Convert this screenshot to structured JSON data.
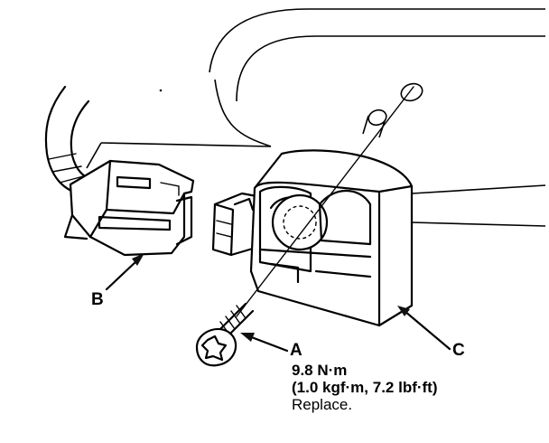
{
  "callouts": {
    "a": "A",
    "b": "B",
    "c": "C"
  },
  "torque_spec": {
    "value": "9.8 N·m",
    "alt_units": "(1.0 kgf·m, 7.2 lbf·ft)",
    "note": "Replace."
  },
  "colors": {
    "line": "#000000",
    "background": "#ffffff"
  }
}
